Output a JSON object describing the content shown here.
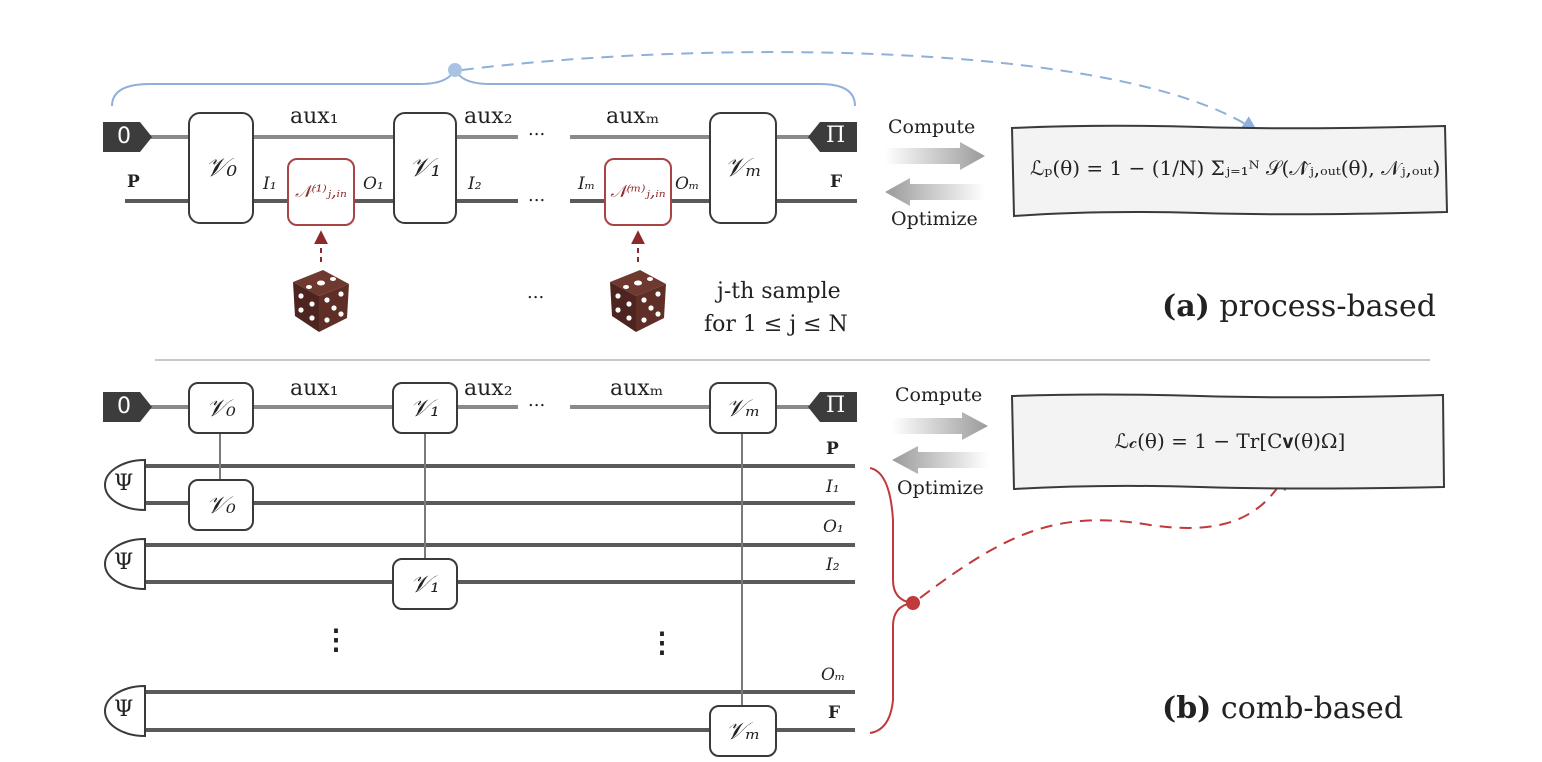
{
  "panel_a": {
    "start_label": "0",
    "end_label": "Π",
    "left_label": "P",
    "right_label": "F",
    "aux": [
      "aux₁",
      "aux₂",
      "auxₘ"
    ],
    "gates": [
      "𝒱₀",
      "𝒱₁",
      "𝒱ₘ"
    ],
    "input_labels": [
      "I₁",
      "I₂",
      "Iₘ"
    ],
    "output_labels": [
      "O₁",
      "Oₘ"
    ],
    "channels": [
      "𝒩⁽¹⁾ⱼ,ᵢₙ",
      "𝒩⁽ᵐ⁾ⱼ,ᵢₙ"
    ],
    "ellipsis": "...",
    "sample_line1": "j-th sample",
    "sample_line2": "for 1 ≤ j ≤ N",
    "compute_label": "Compute",
    "optimize_label": "Optimize",
    "loss": "ℒₚ(θ) = 1 − (1/N) Σⱼ₌₁ᴺ 𝒮(𝒩̂ⱼ,ₒᵤₜ(θ), 𝒩ⱼ,ₒᵤₜ)",
    "caption_tag": "(a)",
    "caption_text": "process-based"
  },
  "panel_b": {
    "start_label": "0",
    "end_label": "Π",
    "aux": [
      "aux₁",
      "aux₂",
      "auxₘ"
    ],
    "gates": [
      "𝒱₀",
      "𝒱₁",
      "𝒱ₘ"
    ],
    "psi": "Ψ",
    "wire_labels": [
      "P",
      "I₁",
      "O₁",
      "I₂",
      "Oₘ",
      "F"
    ],
    "ellipsis": "...",
    "vdots": "⋮",
    "compute_label": "Compute",
    "optimize_label": "Optimize",
    "loss": "ℒ𝒸(θ) = 1 − Tr[C𝐯(θ)Ω]",
    "caption_tag": "(b)",
    "caption_text": "comb-based"
  },
  "colors": {
    "wire": "#6e6e6e",
    "channel": "#a94444",
    "accent_blue": "#5b6fa8",
    "accent_red": "#c0393b",
    "dice": "#5a2a23"
  }
}
